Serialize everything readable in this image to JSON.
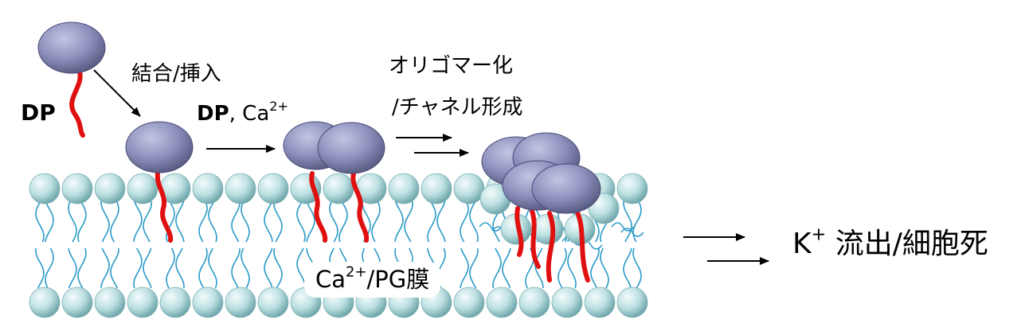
{
  "labels": {
    "dp": "DP",
    "binding": "結合/挿入",
    "dp_ca_main": "DP",
    "dp_ca_rest": ", Ca",
    "dp_ca_sup": "2+",
    "oligo_line1": "オリゴマー化",
    "oligo_line2": "/チャネル形成",
    "membrane_ca": "Ca",
    "membrane_sup": "2+",
    "membrane_rest": "/PG膜",
    "result_k": "K",
    "result_sup": "+",
    "result_rest": " 流出/細胞死"
  },
  "colors": {
    "protein_body": "#8e91bd",
    "protein_edge": "#4a4c78",
    "anchor": "#e01010",
    "lipid_head": "#bfe0e2",
    "lipid_tail": "#2a9ac8",
    "arrow": "#000000"
  }
}
